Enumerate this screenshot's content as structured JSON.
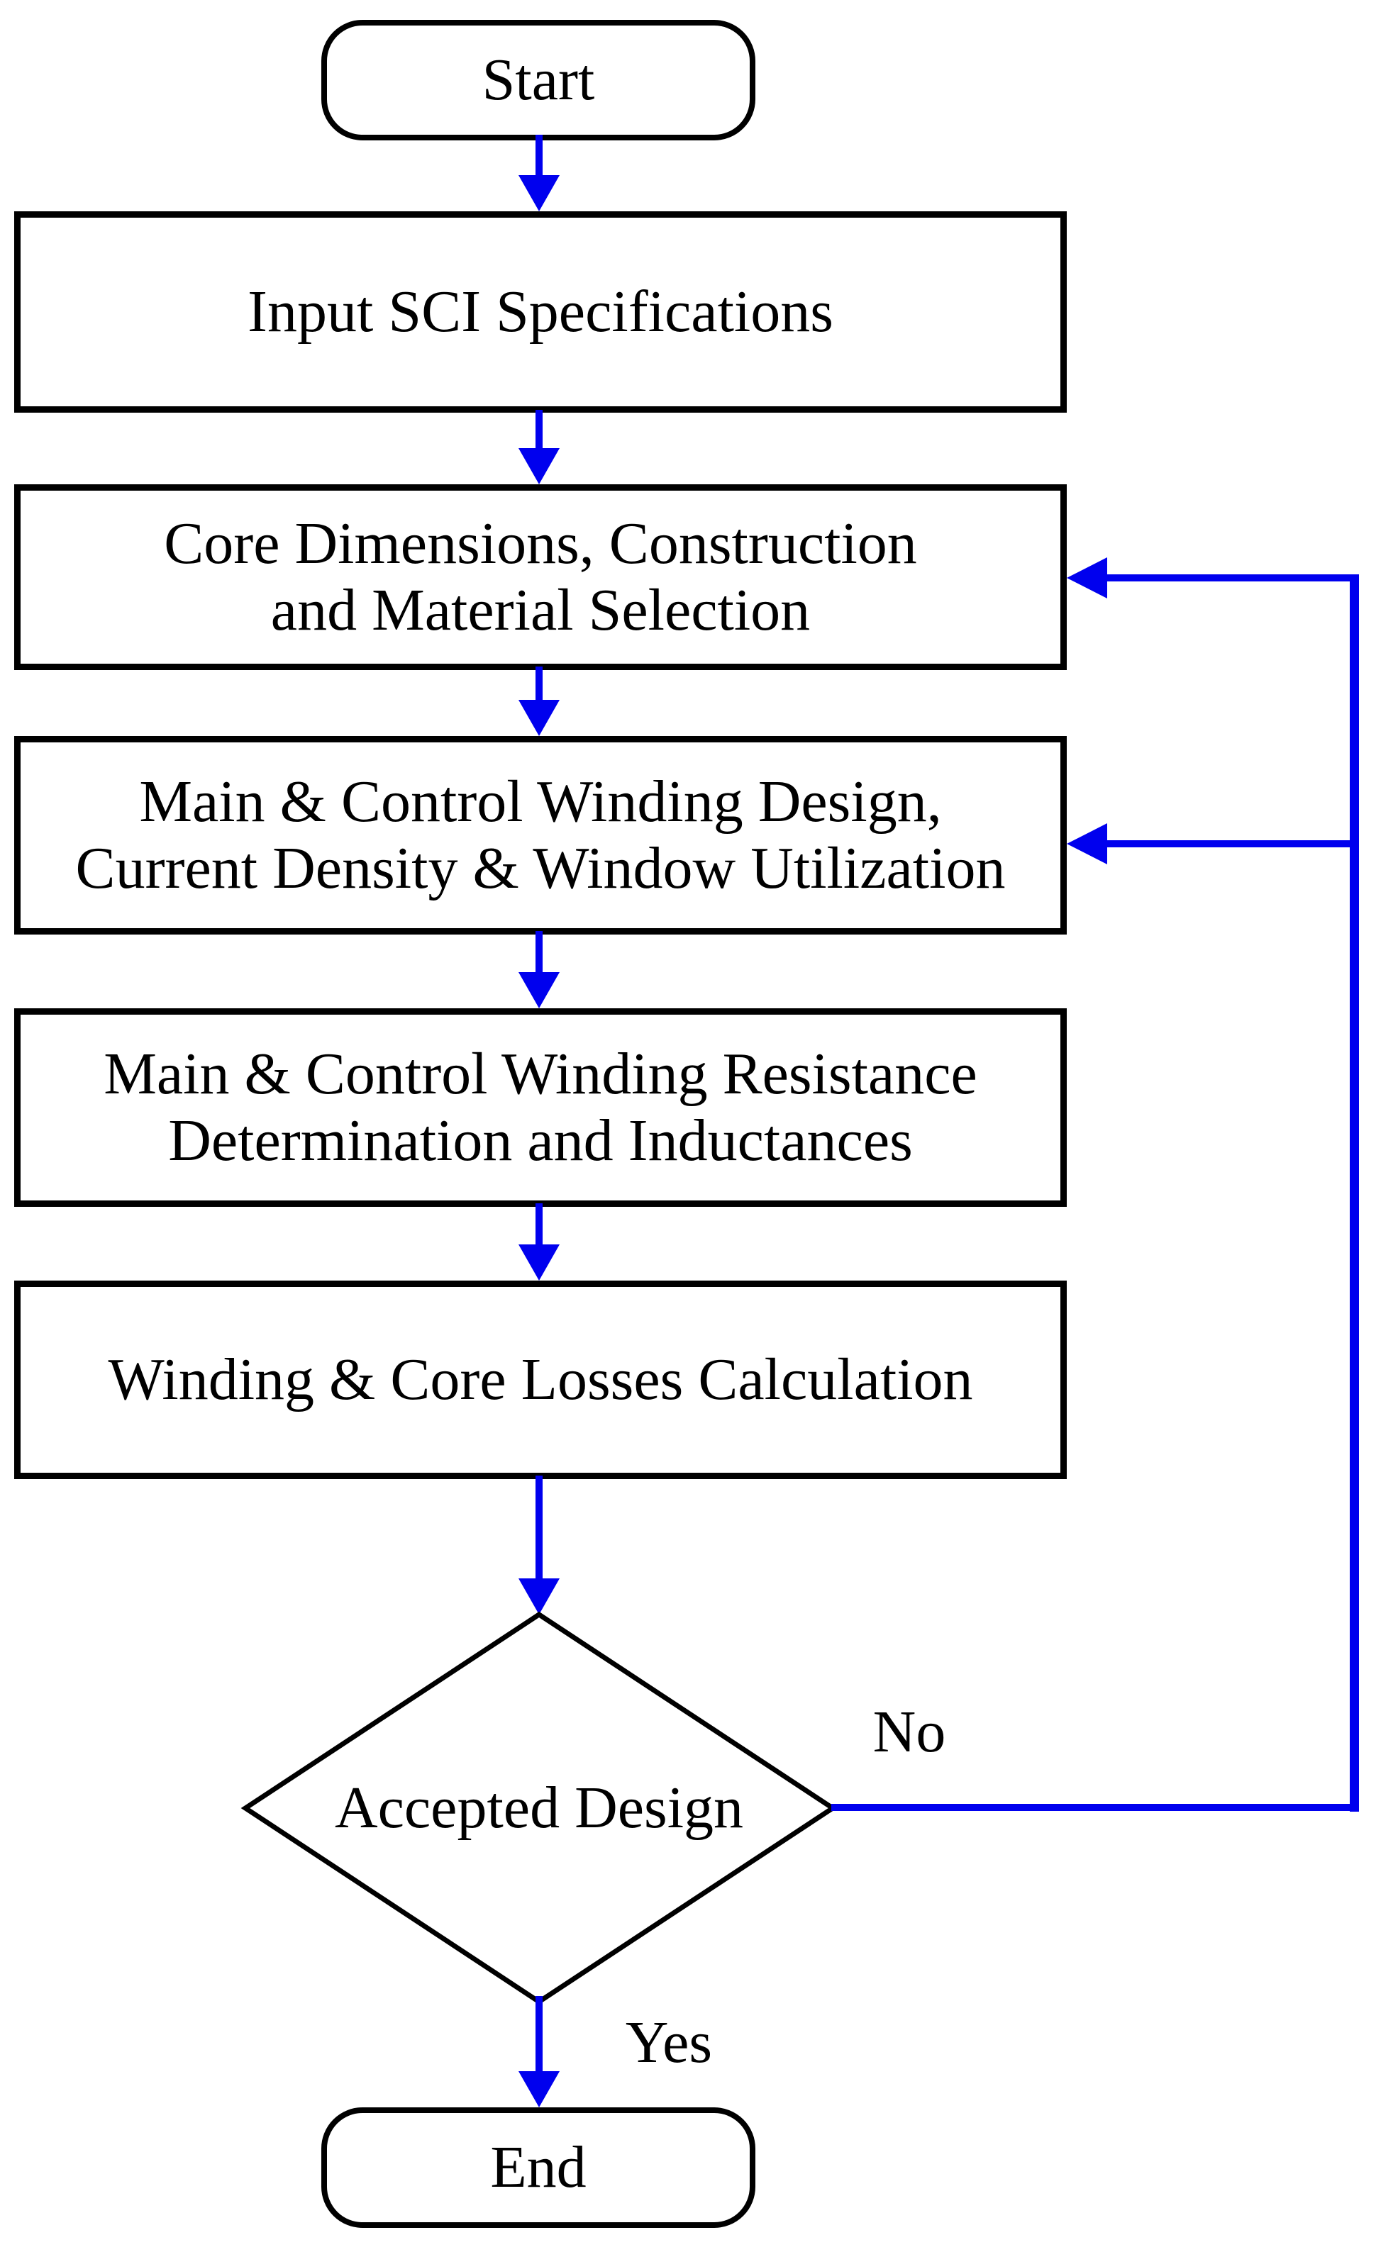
{
  "flowchart": {
    "nodes": {
      "start": {
        "label": "Start"
      },
      "input_specifications": {
        "label": "Input SCI Specifications"
      },
      "core_dimensions": {
        "line1": "Core Dimensions, Construction",
        "line2": "and Material Selection"
      },
      "winding_design": {
        "line1": "Main & Control Winding Design,",
        "line2": "Current Density & Window Utilization"
      },
      "winding_resistance": {
        "line1": "Main & Control Winding Resistance",
        "line2": "Determination and Inductances"
      },
      "losses_calculation": {
        "label": "Winding & Core Losses Calculation"
      },
      "decision": {
        "label": "Accepted Design"
      },
      "end": {
        "label": "End"
      }
    },
    "branch_labels": {
      "no": "No",
      "yes": "Yes"
    },
    "colors": {
      "arrow_blue": "#0000EE",
      "node_border": "#000000",
      "text": "#000000",
      "background": "#FFFFFF"
    }
  }
}
